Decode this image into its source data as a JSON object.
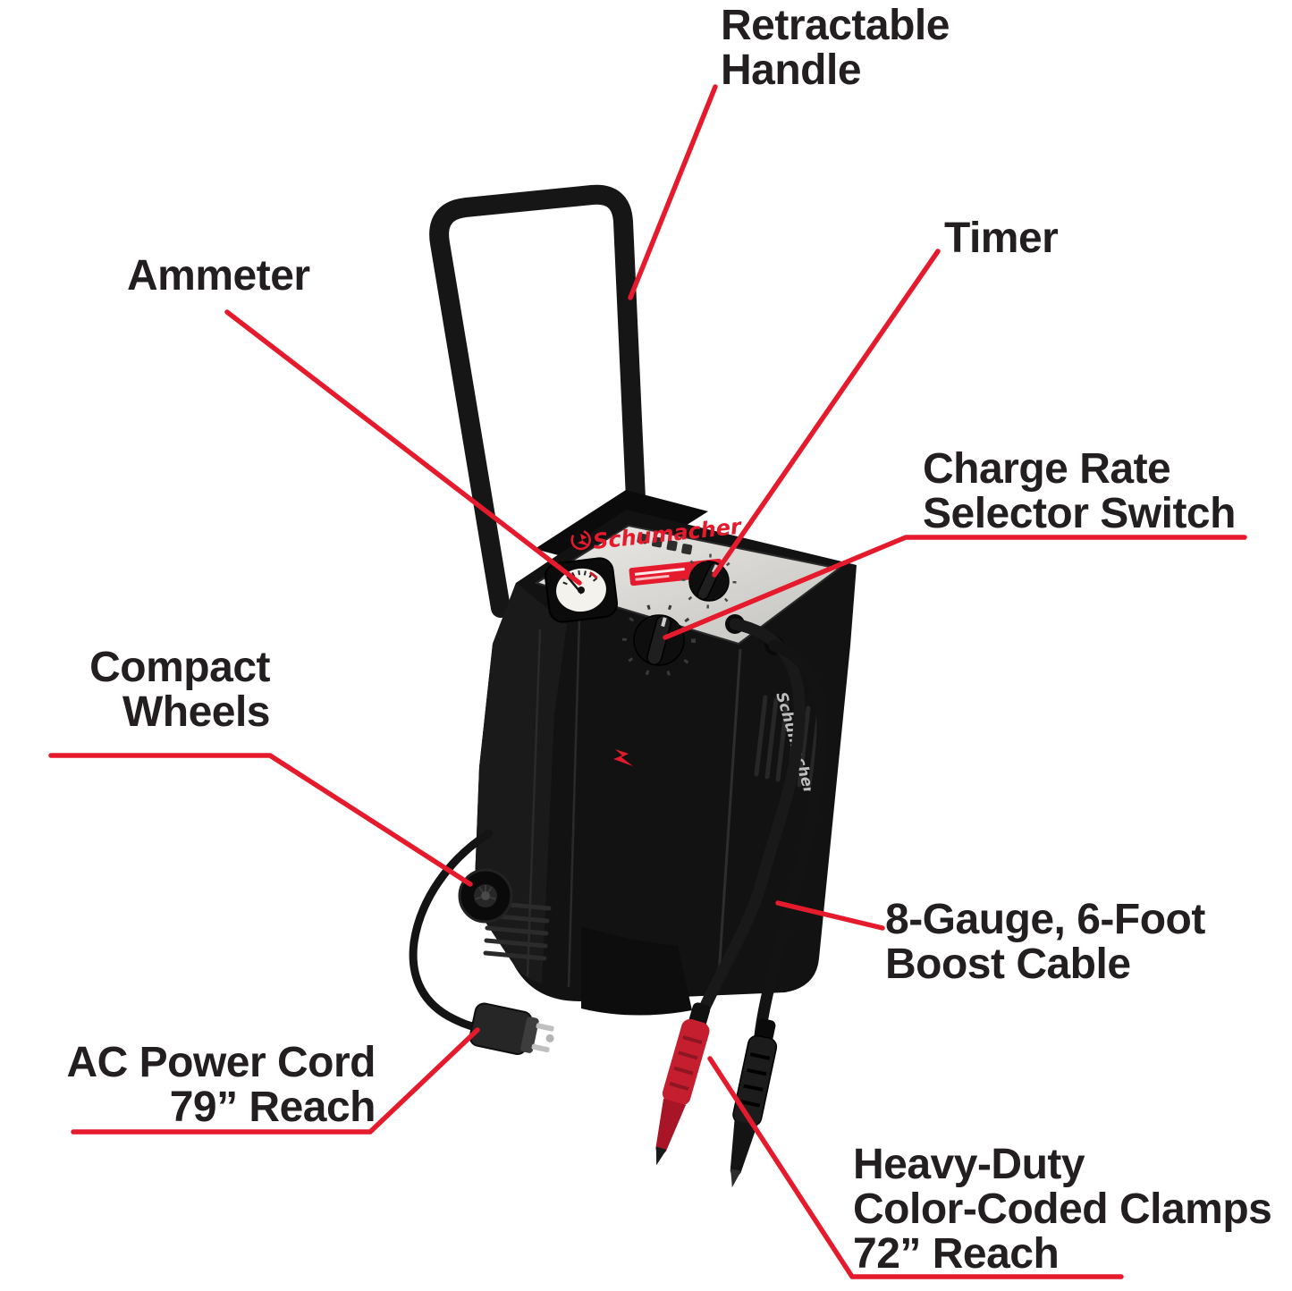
{
  "colors": {
    "accent": "#e51b2d",
    "label": "#231f20",
    "clamp_red": "#c41e2f"
  },
  "product": {
    "brand": "Schumacher"
  },
  "callouts": [
    {
      "id": "retractable-handle",
      "label": "Retractable\nHandle"
    },
    {
      "id": "timer",
      "label": "Timer"
    },
    {
      "id": "ammeter",
      "label": "Ammeter"
    },
    {
      "id": "charge-rate-selector-switch",
      "label": "Charge Rate\nSelector Switch"
    },
    {
      "id": "compact-wheels",
      "label": "Compact\nWheels"
    },
    {
      "id": "boost-cable",
      "label": "8-Gauge, 6-Foot\nBoost Cable"
    },
    {
      "id": "ac-power-cord",
      "label": "AC Power Cord\n79” Reach"
    },
    {
      "id": "heavy-duty-clamps",
      "label": "Heavy-Duty\nColor-Coded Clamps\n72” Reach"
    }
  ]
}
